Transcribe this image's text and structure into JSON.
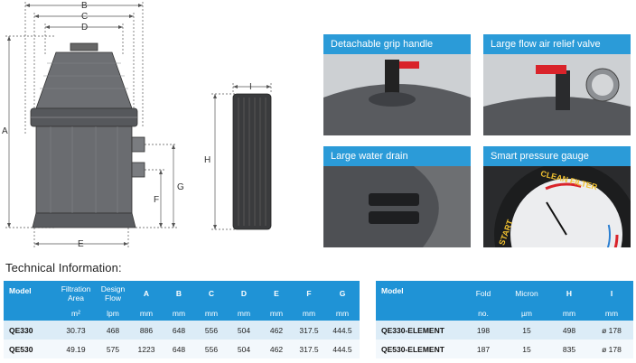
{
  "drawing": {
    "dim_labels": {
      "a": "A",
      "b": "B",
      "c": "C",
      "d": "D",
      "e": "E",
      "f": "F",
      "g": "G",
      "h": "H",
      "i": "I"
    }
  },
  "features": [
    {
      "title": "Detachable grip handle"
    },
    {
      "title": "Large flow air relief valve"
    },
    {
      "title": "Large water drain"
    },
    {
      "title": "Smart pressure gauge",
      "gauge_text_top": "CLEAN FILTER",
      "gauge_text_left": "START"
    }
  ],
  "section_title": "Technical Information:",
  "filter_table": {
    "headers": [
      {
        "top": "Model",
        "unit": ""
      },
      {
        "top": "Filtration Area",
        "unit": "m²"
      },
      {
        "top": "Design Flow",
        "unit": "lpm"
      },
      {
        "top": "A",
        "unit": "mm"
      },
      {
        "top": "B",
        "unit": "mm"
      },
      {
        "top": "C",
        "unit": "mm"
      },
      {
        "top": "D",
        "unit": "mm"
      },
      {
        "top": "E",
        "unit": "mm"
      },
      {
        "top": "F",
        "unit": "mm"
      },
      {
        "top": "G",
        "unit": "mm"
      }
    ],
    "rows": [
      [
        "QE330",
        "30.73",
        "468",
        "886",
        "648",
        "556",
        "504",
        "462",
        "317.5",
        "444.5"
      ],
      [
        "QE530",
        "49.19",
        "575",
        "1223",
        "648",
        "556",
        "504",
        "462",
        "317.5",
        "444.5"
      ]
    ]
  },
  "element_table": {
    "headers": [
      {
        "top": "Model",
        "unit": ""
      },
      {
        "top": "Fold",
        "unit": "no."
      },
      {
        "top": "Micron",
        "unit": "µm"
      },
      {
        "top": "H",
        "unit": "mm"
      },
      {
        "top": "I",
        "unit": "mm"
      }
    ],
    "rows": [
      [
        "QE330-ELEMENT",
        "198",
        "15",
        "498",
        "ø 178"
      ],
      [
        "QE530-ELEMENT",
        "187",
        "15",
        "835",
        "ø 178"
      ]
    ]
  },
  "colors": {
    "accent": "#1f93d6",
    "row_a": "#dcecf7",
    "row_b": "#f3f8fc",
    "handle_red": "#d9232a"
  }
}
